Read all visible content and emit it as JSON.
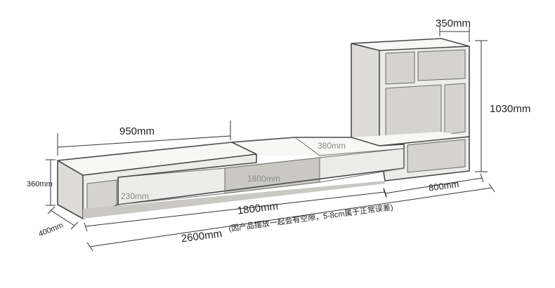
{
  "dimensions": {
    "width_950": "950mm",
    "height_360": "360mm",
    "depth_400": "400mm",
    "drawer_230": "230mm",
    "drawer_1800_inner": "1800mm",
    "drawer_380": "380mm",
    "length_1800": "1800mm",
    "length_2600": "2600mm",
    "note_2600": "(因产品摆放一起会有空隙，5-8cm属于正常误差)",
    "width_800": "800mm",
    "shelf_350": "350mm",
    "shelf_1030": "1030mm"
  }
}
